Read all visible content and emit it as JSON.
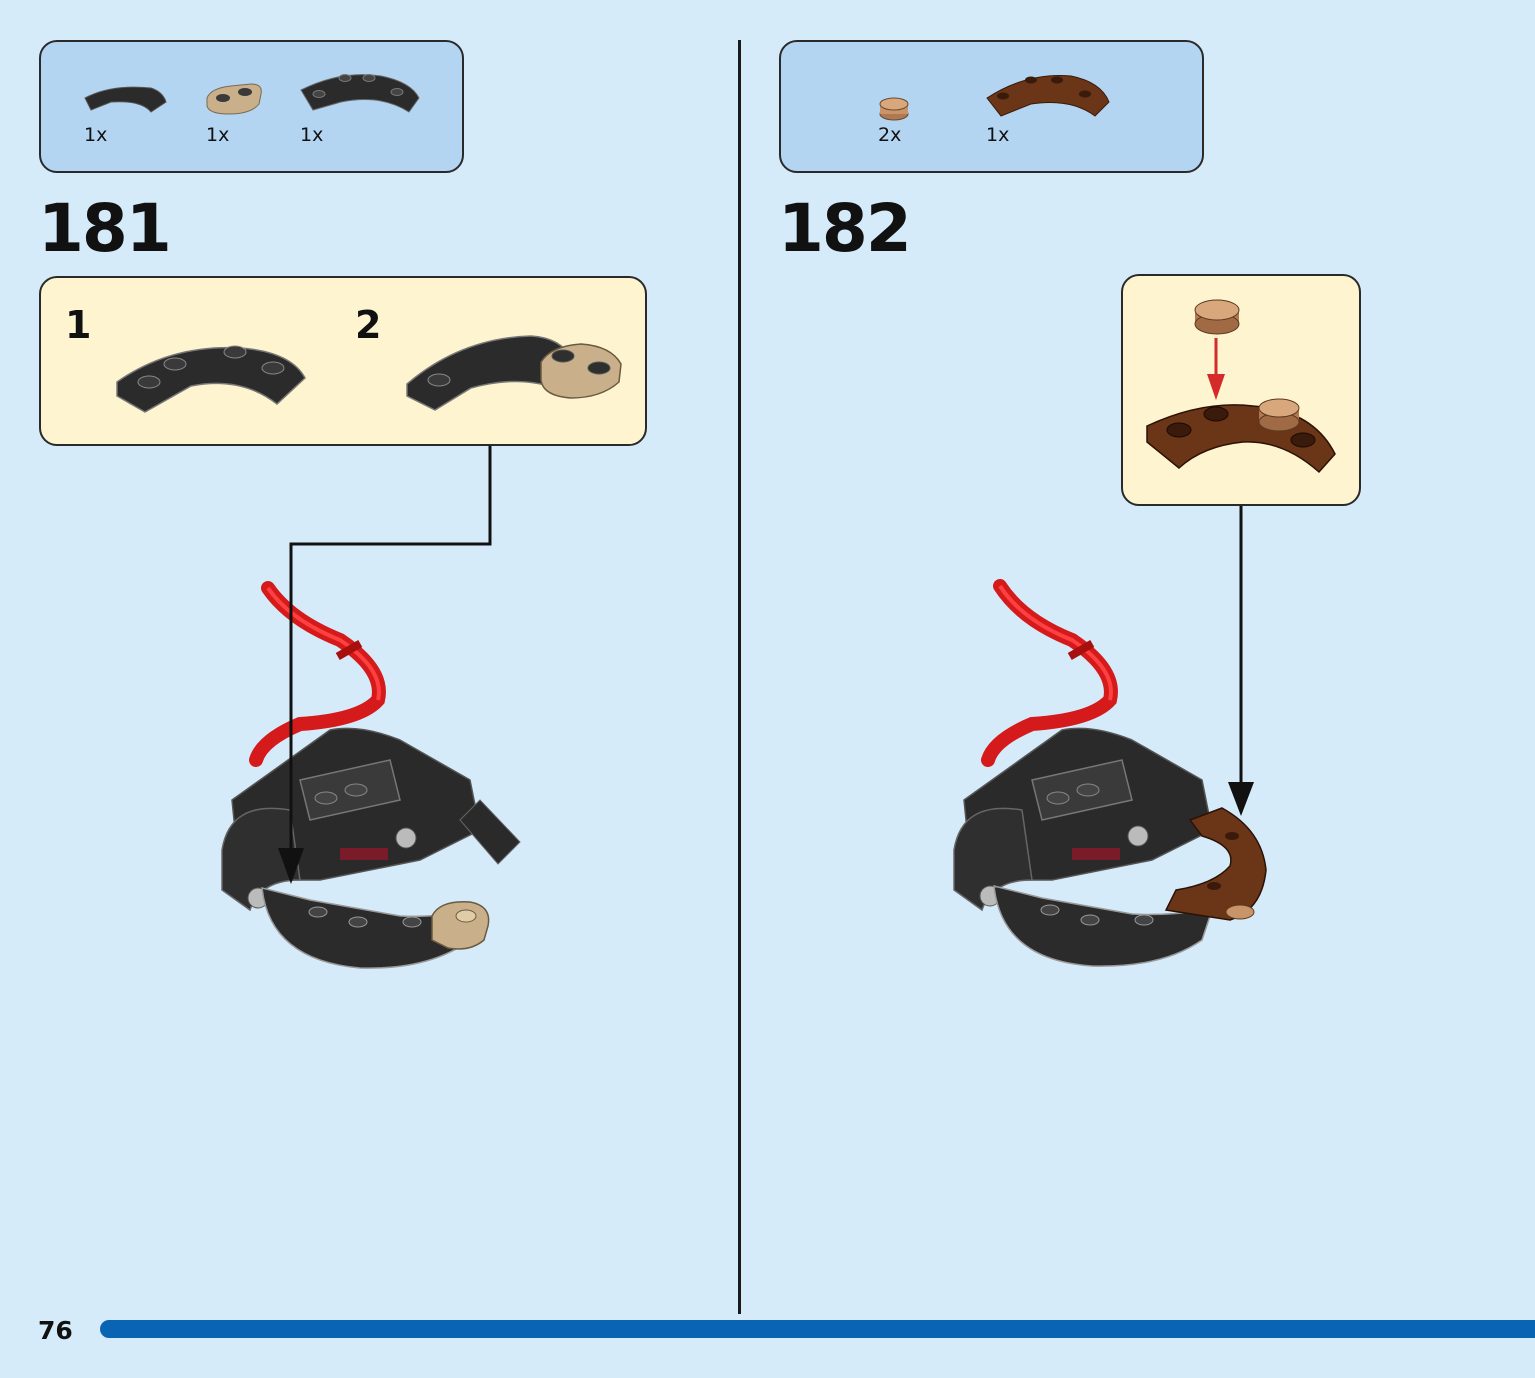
{
  "page": {
    "number": "76"
  },
  "steps": [
    {
      "number": "181",
      "parts": [
        {
          "qty": "1x",
          "name": "black curved tile",
          "color": "#2b2b2b"
        },
        {
          "qty": "1x",
          "name": "tan plate 1x2 rounded",
          "color": "#c9b08a"
        },
        {
          "qty": "1x",
          "name": "black curved plate 4x4",
          "color": "#2b2b2b"
        }
      ],
      "substeps": [
        "1",
        "2"
      ]
    },
    {
      "number": "182",
      "parts": [
        {
          "qty": "2x",
          "name": "round tile 1x1",
          "color": "#c89468"
        },
        {
          "qty": "1x",
          "name": "brown curved plate 4x4",
          "color": "#6b3518"
        }
      ]
    }
  ],
  "colors": {
    "background": "#d6ebfa",
    "parts_box": "#b3d5f2",
    "callout": "#fef5d0",
    "progress": "#0a64b4",
    "arrow_red": "#d42a2a"
  }
}
